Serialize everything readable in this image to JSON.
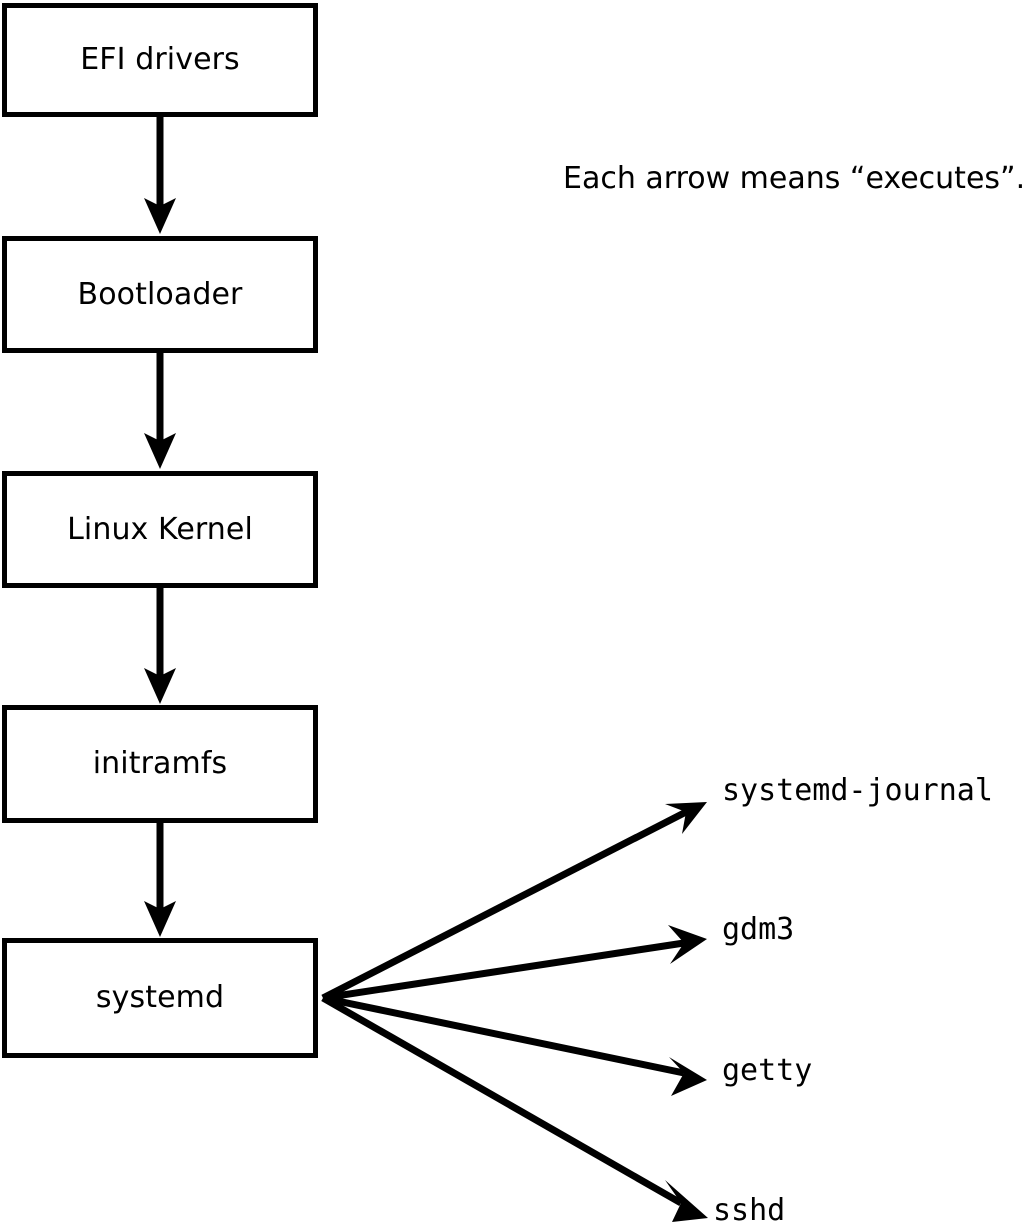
{
  "diagram": {
    "note": "Each arrow means “executes”.",
    "arrow_meaning": "executes",
    "boot_chain": [
      {
        "id": "efi-drivers",
        "label": "EFI drivers"
      },
      {
        "id": "bootloader",
        "label": "Bootloader"
      },
      {
        "id": "linux-kernel",
        "label": "Linux Kernel"
      },
      {
        "id": "initramfs",
        "label": "initramfs"
      },
      {
        "id": "systemd",
        "label": "systemd"
      }
    ],
    "spawned_processes": [
      {
        "id": "systemd-journal",
        "label": "systemd-journal"
      },
      {
        "id": "gdm3",
        "label": "gdm3"
      },
      {
        "id": "getty",
        "label": "getty"
      },
      {
        "id": "sshd",
        "label": "sshd"
      }
    ],
    "colors": {
      "stroke": "#000000",
      "fill": "#ffffff",
      "text": "#000000"
    }
  }
}
